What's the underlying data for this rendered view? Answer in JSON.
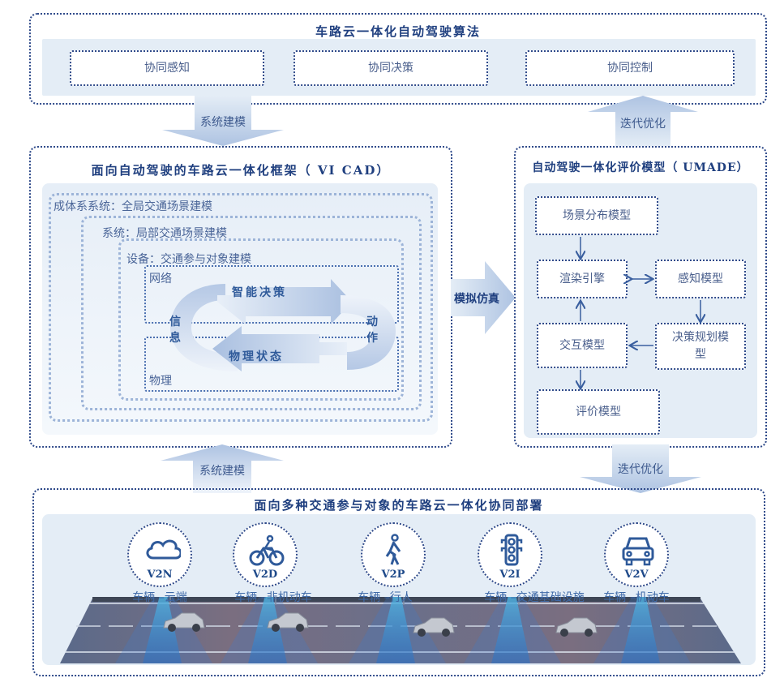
{
  "top_panel": {
    "title": "车路云一体化自动驾驶算法",
    "boxes": [
      "协同感知",
      "协同决策",
      "协同控制"
    ]
  },
  "arrows": {
    "top_down": "系统建模",
    "top_up": "迭代优化",
    "simulate": "模拟仿真",
    "bottom_up": "系统建模",
    "bottom_down": "迭代优化"
  },
  "framework_panel": {
    "title": "面向自动驾驶的车路云一体化框架（ VI CAD）",
    "layers": [
      "成体系系统：全局交通场景建模",
      "系统：局部交通场景建模",
      "设备：交通参与对象建模"
    ],
    "network_label": "网络",
    "physical_label": "物理",
    "loop": {
      "top": "智能决策",
      "bottom": "物理状态",
      "left": "信息",
      "right": "动作"
    }
  },
  "eval_panel": {
    "title": "自动驾驶一体化评价模型（ UMADE）",
    "boxes": {
      "scene": "场景分布模型",
      "render": "渲染引擎",
      "perception": "感知模型",
      "interaction": "交互模型",
      "decision": "决策规划模型",
      "evaluation": "评价模型"
    }
  },
  "deploy_panel": {
    "title": "面向多种交通参与对象的车路云一体化协同部署",
    "items": [
      {
        "code": "V2N",
        "icon": "cloud-icon",
        "label": "车辆 –云端"
      },
      {
        "code": "V2D",
        "icon": "bicycle-icon",
        "label": "车辆 –非机动车"
      },
      {
        "code": "V2P",
        "icon": "pedestrian-icon",
        "label": "车辆 –行人"
      },
      {
        "code": "V2I",
        "icon": "traffic-light-icon",
        "label": "车辆 –交通基础设施"
      },
      {
        "code": "V2V",
        "icon": "car-icon",
        "label": "车辆 –机动车"
      }
    ]
  },
  "colors": {
    "border": "#2f4a8a",
    "panel_fill": "#e4edf6",
    "title": "#1f3f7f",
    "arrow": "#b9cce6"
  }
}
